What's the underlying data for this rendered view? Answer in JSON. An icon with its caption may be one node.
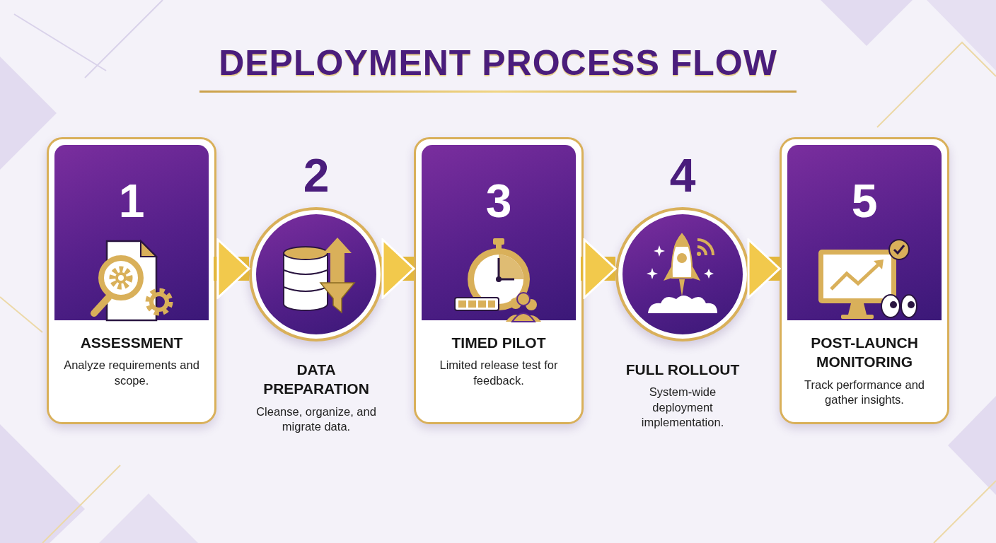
{
  "diagram": {
    "title": "DEPLOYMENT PROCESS FLOW",
    "nodes": [
      {
        "text": [
          "1",
          "ASSESSMENT",
          "Analyze requirements and scope."
        ]
      },
      {
        "text": [
          "2",
          "DATA PREPARATION",
          "Cleanse, organize, and migrate data."
        ]
      },
      {
        "text": [
          "3",
          "TIMED PILOT",
          "Limited release test for feedback."
        ]
      },
      {
        "text": [
          "4",
          "FULL ROLLOUT",
          "System-wide deployment implementation."
        ]
      },
      {
        "text": [
          "5",
          "POST-LAUNCH MONITORING",
          "Track performance and gather insights."
        ]
      }
    ],
    "edges": [
      {
        "from": 0,
        "to": 1,
        "arrow": "to"
      },
      {
        "from": 1,
        "to": 2,
        "arrow": "to"
      },
      {
        "from": 2,
        "to": 3,
        "arrow": "to"
      },
      {
        "from": 3,
        "to": 4,
        "arrow": "to"
      }
    ]
  }
}
